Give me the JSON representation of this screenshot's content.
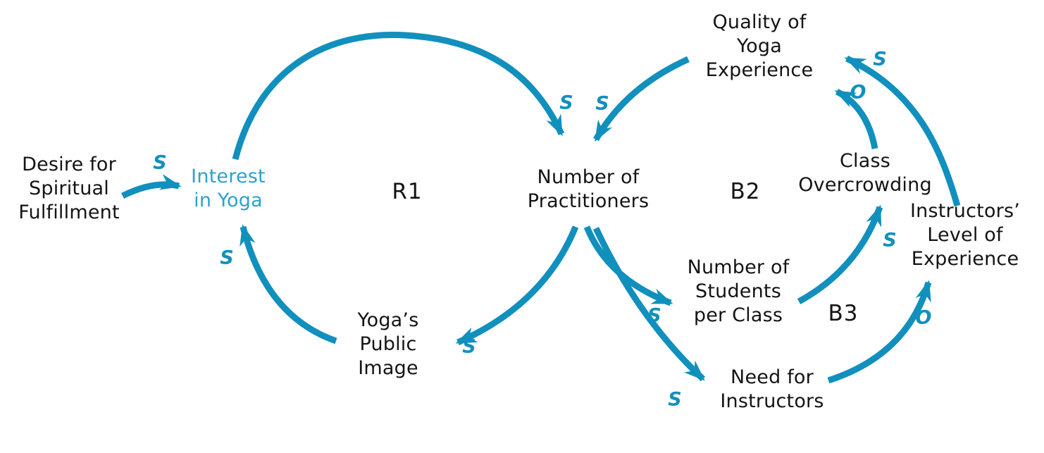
{
  "diagram": {
    "type": "causal-loop-diagram",
    "colors": {
      "arrow": "#1190bd",
      "accent_text": "#2ca2cc",
      "node_text": "#141414",
      "background": "#ffffff"
    },
    "nodes": [
      {
        "id": "desire-for-spiritual-fulfillment",
        "text": "Desire for\nSpiritual\nFulfillment"
      },
      {
        "id": "interest-in-yoga",
        "text": "Interest\nin Yoga"
      },
      {
        "id": "number-of-practitioners",
        "text": "Number of\nPractitioners"
      },
      {
        "id": "quality-of-yoga-experience",
        "text": "Quality of\nYoga\nExperience"
      },
      {
        "id": "class-overcrowding",
        "text": "Class\nOvercrowding"
      },
      {
        "id": "instructors-level-of-experience",
        "text": "Instructors’\nLevel of\nExperience"
      },
      {
        "id": "number-of-students-per-class",
        "text": "Number of\nStudents\nper Class"
      },
      {
        "id": "need-for-instructors",
        "text": "Need for\nInstructors"
      },
      {
        "id": "yogas-public-image",
        "text": "Yoga’s\nPublic\nImage"
      }
    ],
    "loops": [
      {
        "id": "R1",
        "label": "R1",
        "type": "reinforcing"
      },
      {
        "id": "B2",
        "label": "B2",
        "type": "balancing"
      },
      {
        "id": "B3",
        "label": "B3",
        "type": "balancing"
      }
    ],
    "edges": [
      {
        "from": "desire-for-spiritual-fulfillment",
        "to": "interest-in-yoga",
        "polarity": "S"
      },
      {
        "from": "interest-in-yoga",
        "to": "number-of-practitioners",
        "polarity": "S"
      },
      {
        "from": "quality-of-yoga-experience",
        "to": "number-of-practitioners",
        "polarity": "S"
      },
      {
        "from": "number-of-practitioners",
        "to": "yogas-public-image",
        "polarity": "S"
      },
      {
        "from": "yogas-public-image",
        "to": "interest-in-yoga",
        "polarity": "S"
      },
      {
        "from": "number-of-practitioners",
        "to": "number-of-students-per-class",
        "polarity": "S"
      },
      {
        "from": "number-of-practitioners",
        "to": "need-for-instructors",
        "polarity": "S"
      },
      {
        "from": "number-of-students-per-class",
        "to": "class-overcrowding",
        "polarity": "S"
      },
      {
        "from": "class-overcrowding",
        "to": "quality-of-yoga-experience",
        "polarity": "O"
      },
      {
        "from": "instructors-level-of-experience",
        "to": "quality-of-yoga-experience",
        "polarity": "S"
      },
      {
        "from": "need-for-instructors",
        "to": "instructors-level-of-experience",
        "polarity": "O"
      }
    ]
  }
}
